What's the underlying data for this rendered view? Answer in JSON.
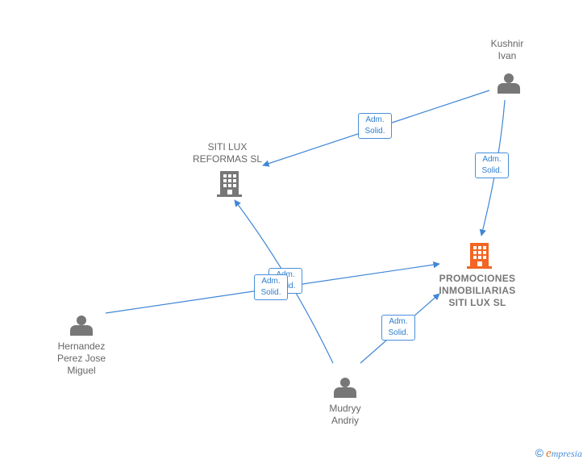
{
  "colors": {
    "edge": "#3f86d6",
    "person": "#777777",
    "company": "#777777",
    "company_main": "#f26522"
  },
  "nodes": [
    {
      "id": "kushnir",
      "type": "person",
      "label": [
        "Kushnir",
        "Ivan"
      ]
    },
    {
      "id": "siti-reformas",
      "type": "company",
      "label": [
        "SITI LUX",
        "REFORMAS  SL"
      ]
    },
    {
      "id": "promociones",
      "type": "company-main",
      "label": [
        "PROMOCIONES",
        "INMOBILIARIAS",
        "SITI LUX  SL"
      ]
    },
    {
      "id": "hernandez",
      "type": "person",
      "label": [
        "Hernandez",
        "Perez Jose",
        "Miguel"
      ]
    },
    {
      "id": "mudryy",
      "type": "person",
      "label": [
        "Mudryy",
        "Andriy"
      ]
    }
  ],
  "edges": [
    {
      "from": "kushnir",
      "to": "siti-reformas",
      "label": [
        "Adm.",
        "Solid."
      ]
    },
    {
      "from": "kushnir",
      "to": "promociones",
      "label": [
        "Adm.",
        "Solid."
      ]
    },
    {
      "from": "mudryy",
      "to": "siti-reformas",
      "label": [
        "Adm.",
        "Solid."
      ]
    },
    {
      "from": "hernandez",
      "to": "promociones",
      "label": [
        "Adm.",
        "Solid."
      ]
    },
    {
      "from": "mudryy",
      "to": "promociones",
      "label": [
        "Adm.",
        "Solid."
      ]
    }
  ],
  "watermark": {
    "copyright": "©",
    "brand_initial": "e",
    "brand_rest": "mpresia"
  }
}
